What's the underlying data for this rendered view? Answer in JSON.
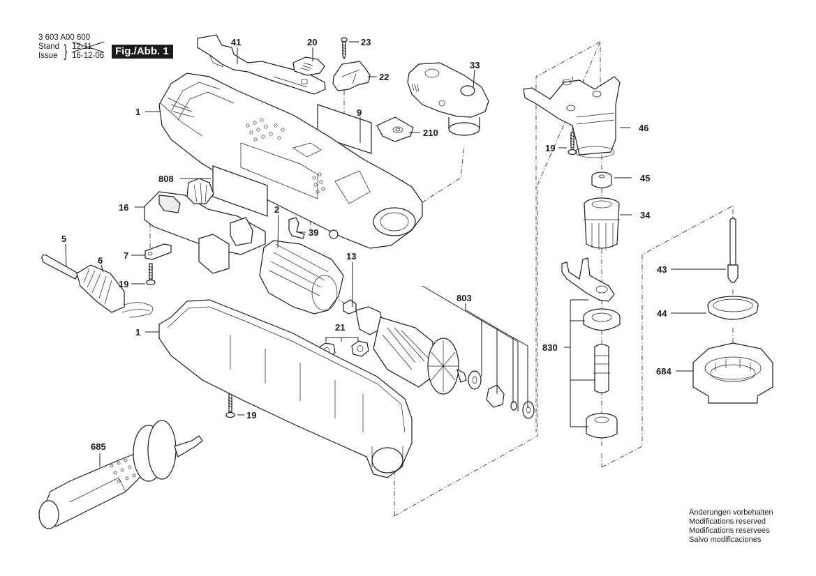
{
  "header": {
    "document_number": "3 603 A00 600",
    "stand_label": "Stand",
    "issue_label": "Issue",
    "old_date": "12-11",
    "issue_date": "16-12-06",
    "figure_badge": "Fig./Abb. 1"
  },
  "notice": {
    "lines": [
      "Änderungen vorbehalten",
      "Modifications reserved",
      "Modifications reservees",
      "Salvo modificaciones"
    ]
  },
  "colors": {
    "ink": "#1a1a1a",
    "paper": "#ffffff",
    "badge_bg": "#1a1a1a",
    "badge_text": "#ffffff"
  },
  "parts": {
    "p1_top": "1",
    "p1_bottom": "1",
    "p2": "2",
    "p5": "5",
    "p6": "6",
    "p7": "7",
    "p9": "9",
    "p13": "13",
    "p16": "16",
    "p19_a": "19",
    "p19_b": "19",
    "p19_c": "19",
    "p20": "20",
    "p21": "21",
    "p22": "22",
    "p23": "23",
    "p33": "33",
    "p34": "34",
    "p39": "39",
    "p41": "41",
    "p43": "43",
    "p44": "44",
    "p45": "45",
    "p46": "46",
    "p210": "210",
    "p684": "684",
    "p685": "685",
    "p803": "803",
    "p808": "808",
    "p830": "830"
  }
}
